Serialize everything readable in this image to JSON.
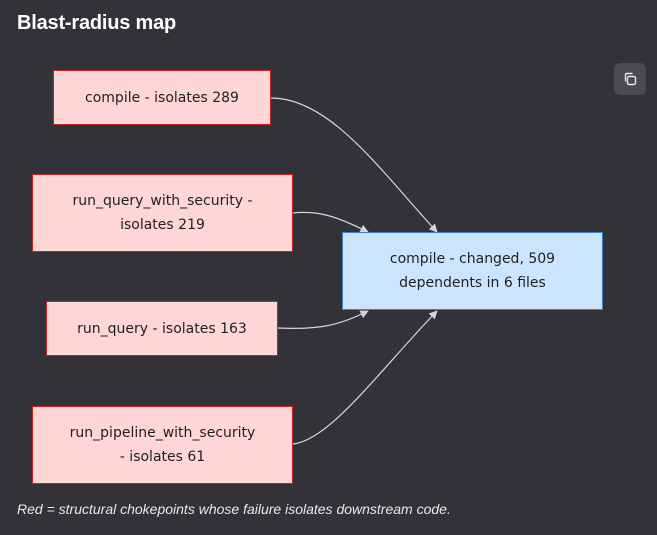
{
  "title": "Blast-radius map",
  "caption": "Red = structural chokepoints whose failure isolates downstream code.",
  "copy_button": {
    "icon": "copy-icon"
  },
  "nodes": {
    "compile_src": {
      "label": "compile - isolates 289"
    },
    "run_query_with_security": {
      "line1": "run_query_with_security -",
      "line2": "isolates 219"
    },
    "run_query": {
      "label": "run_query - isolates 163"
    },
    "run_pipeline_with_security": {
      "line1": "run_pipeline_with_security",
      "line2": "- isolates 61"
    },
    "compile_target": {
      "line1": "compile - changed, 509",
      "line2": "dependents in 6 files"
    }
  },
  "edges": [
    {
      "from": "compile - isolates 289",
      "to": "compile - changed, 509 dependents in 6 files"
    },
    {
      "from": "run_query_with_security - isolates 219",
      "to": "compile - changed, 509 dependents in 6 files"
    },
    {
      "from": "run_query - isolates 163",
      "to": "compile - changed, 509 dependents in 6 files"
    },
    {
      "from": "run_pipeline_with_security - isolates 61",
      "to": "compile - changed, 509 dependents in 6 files"
    }
  ],
  "colors": {
    "background": "#333238",
    "chokepoint_fill": "#ffd6d6",
    "chokepoint_border": "#cc1f1f",
    "target_fill": "#cce5ff",
    "target_border": "#3f7fd0",
    "edge": "#d6d6d8"
  }
}
